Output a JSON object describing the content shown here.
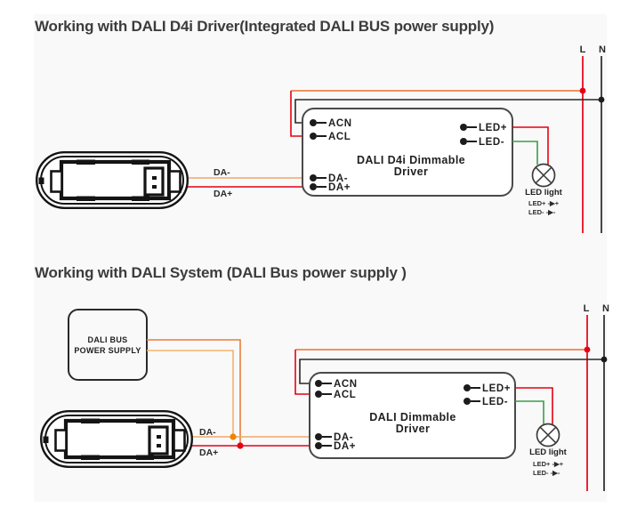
{
  "colors": {
    "red": "#e60012",
    "orange": "#ed6f2d",
    "orange_light": "#f6b26b",
    "orange_mid": "#ea7c3c",
    "da_minus_wire": "#f3a862",
    "junction_orange": "#f08300",
    "green": "#3a9e4d",
    "black_wire": "#282828"
  },
  "diagram1": {
    "title": "Working with DALI D4i Driver(Integrated DALI BUS power supply)",
    "power": {
      "l": "L",
      "n": "N"
    },
    "driver": {
      "name1": "DALI D4i Dimmable",
      "name2": "Driver",
      "acn": "ACN",
      "acl": "ACL",
      "da_minus": "DA-",
      "da_plus": "DA+",
      "led_plus": "LED+",
      "led_minus": "LED-"
    },
    "wire_labels": {
      "da_minus": "DA-",
      "da_plus": "DA+"
    },
    "lamp": {
      "label": "LED light",
      "legend_plus": "LED+ -▶+",
      "legend_minus": "LED- -▶-"
    }
  },
  "diagram2": {
    "title": "Working with DALI System (DALI Bus power supply )",
    "power": {
      "l": "L",
      "n": "N"
    },
    "bus_psu": {
      "line1": "DALI BUS",
      "line2": "POWER SUPPLY"
    },
    "driver": {
      "name1": "DALI Dimmable",
      "name2": "Driver",
      "acn": "ACN",
      "acl": "ACL",
      "da_minus": "DA-",
      "da_plus": "DA+",
      "led_plus": "LED+",
      "led_minus": "LED-"
    },
    "wire_labels": {
      "da_minus": "DA-",
      "da_plus": "DA+"
    },
    "lamp": {
      "label": "LED light",
      "legend_plus": "LED+ -▶+",
      "legend_minus": "LED- -▶-"
    }
  }
}
